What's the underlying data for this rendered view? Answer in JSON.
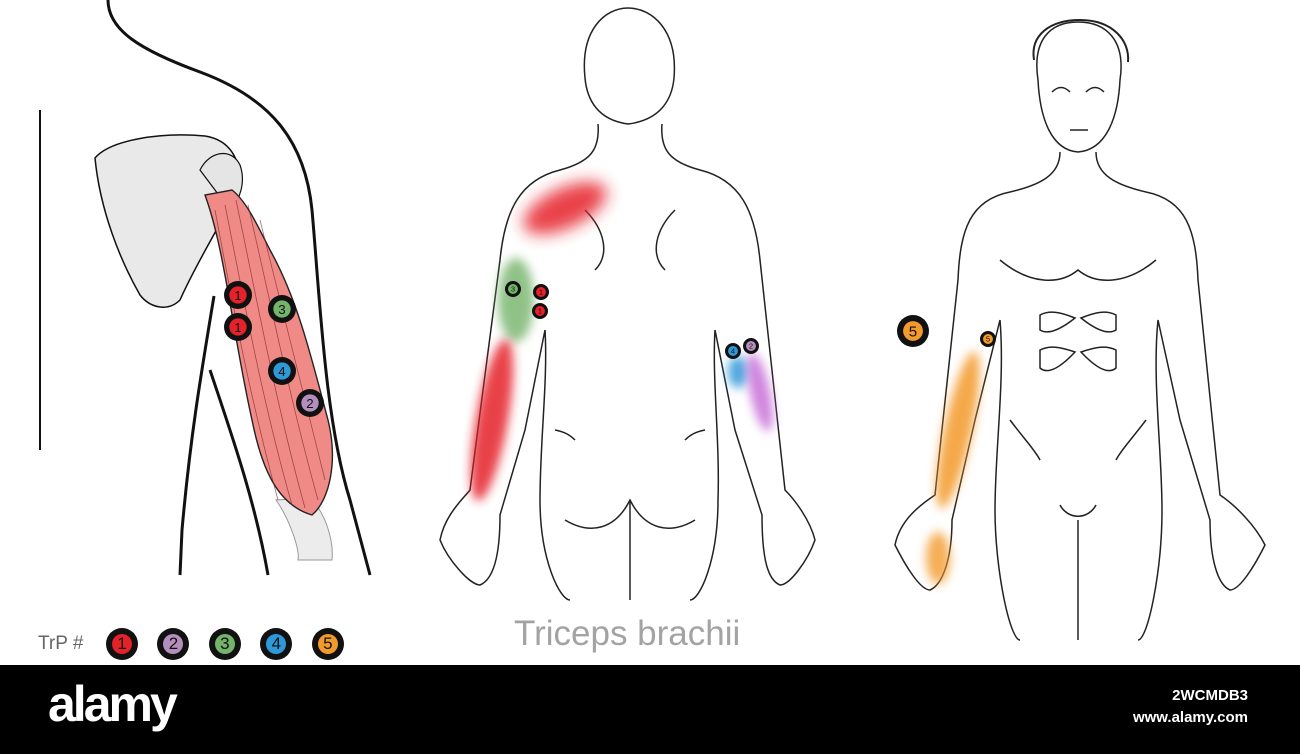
{
  "title": "Triceps brachii",
  "legend": {
    "label": "TrP #",
    "items": [
      {
        "num": "1",
        "color": "#e5212a"
      },
      {
        "num": "2",
        "color": "#b48fbe"
      },
      {
        "num": "3",
        "color": "#74b36a"
      },
      {
        "num": "4",
        "color": "#2f98d8"
      },
      {
        "num": "5",
        "color": "#f39a2c"
      }
    ]
  },
  "panels": {
    "muscle": {
      "trigger_points": [
        "1",
        "1",
        "3",
        "4",
        "2"
      ]
    },
    "back_view": {
      "trigger_points": [
        "3",
        "1",
        "1",
        "4",
        "2"
      ],
      "pain_colors": {
        "red": "#e5212a",
        "green": "#74b36a",
        "blue": "#2f98d8",
        "purple": "#c86fd8"
      }
    },
    "front_view": {
      "trigger_points": [
        "5",
        "5"
      ],
      "pain_colors": {
        "orange": "#f39a2c"
      }
    }
  },
  "footer": {
    "brand": "alamy",
    "image_id": "2WCMDB3",
    "site": "www.alamy.com"
  }
}
